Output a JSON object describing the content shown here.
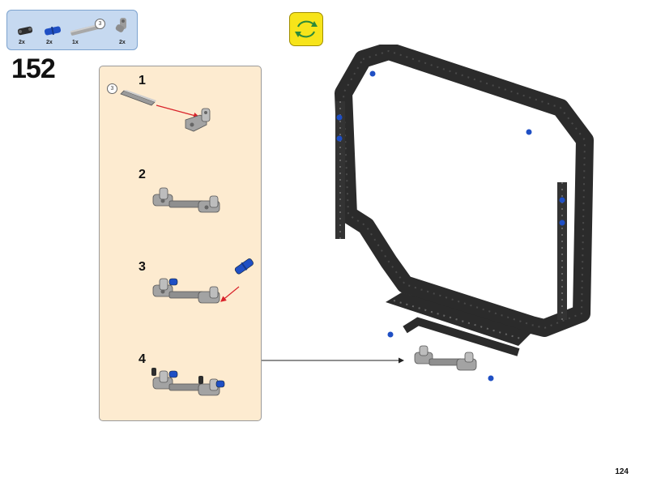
{
  "parts_list": {
    "items": [
      {
        "qty": "2x",
        "icon": "black-pin-connector-icon"
      },
      {
        "qty": "2x",
        "icon": "blue-axle-pin-icon"
      },
      {
        "qty": "1x",
        "icon": "grey-axle-icon",
        "length": "3"
      },
      {
        "qty": "2x",
        "icon": "grey-angle-connector-icon"
      }
    ]
  },
  "rotate_icon": "rotate-model-icon",
  "step": {
    "number": "152"
  },
  "substeps": [
    {
      "number": "1",
      "axle_length": "3"
    },
    {
      "number": "2"
    },
    {
      "number": "3"
    },
    {
      "number": "4"
    }
  ],
  "page": {
    "number": "124"
  },
  "colors": {
    "parts_box_bg": "#c6d9f0",
    "rotate_badge_bg": "#f7e41a",
    "substep_bg": "#fdebd0",
    "frame_black": "#2b2b2b",
    "accent_blue": "#1f4fc4",
    "arrow_red": "#d9232a"
  }
}
